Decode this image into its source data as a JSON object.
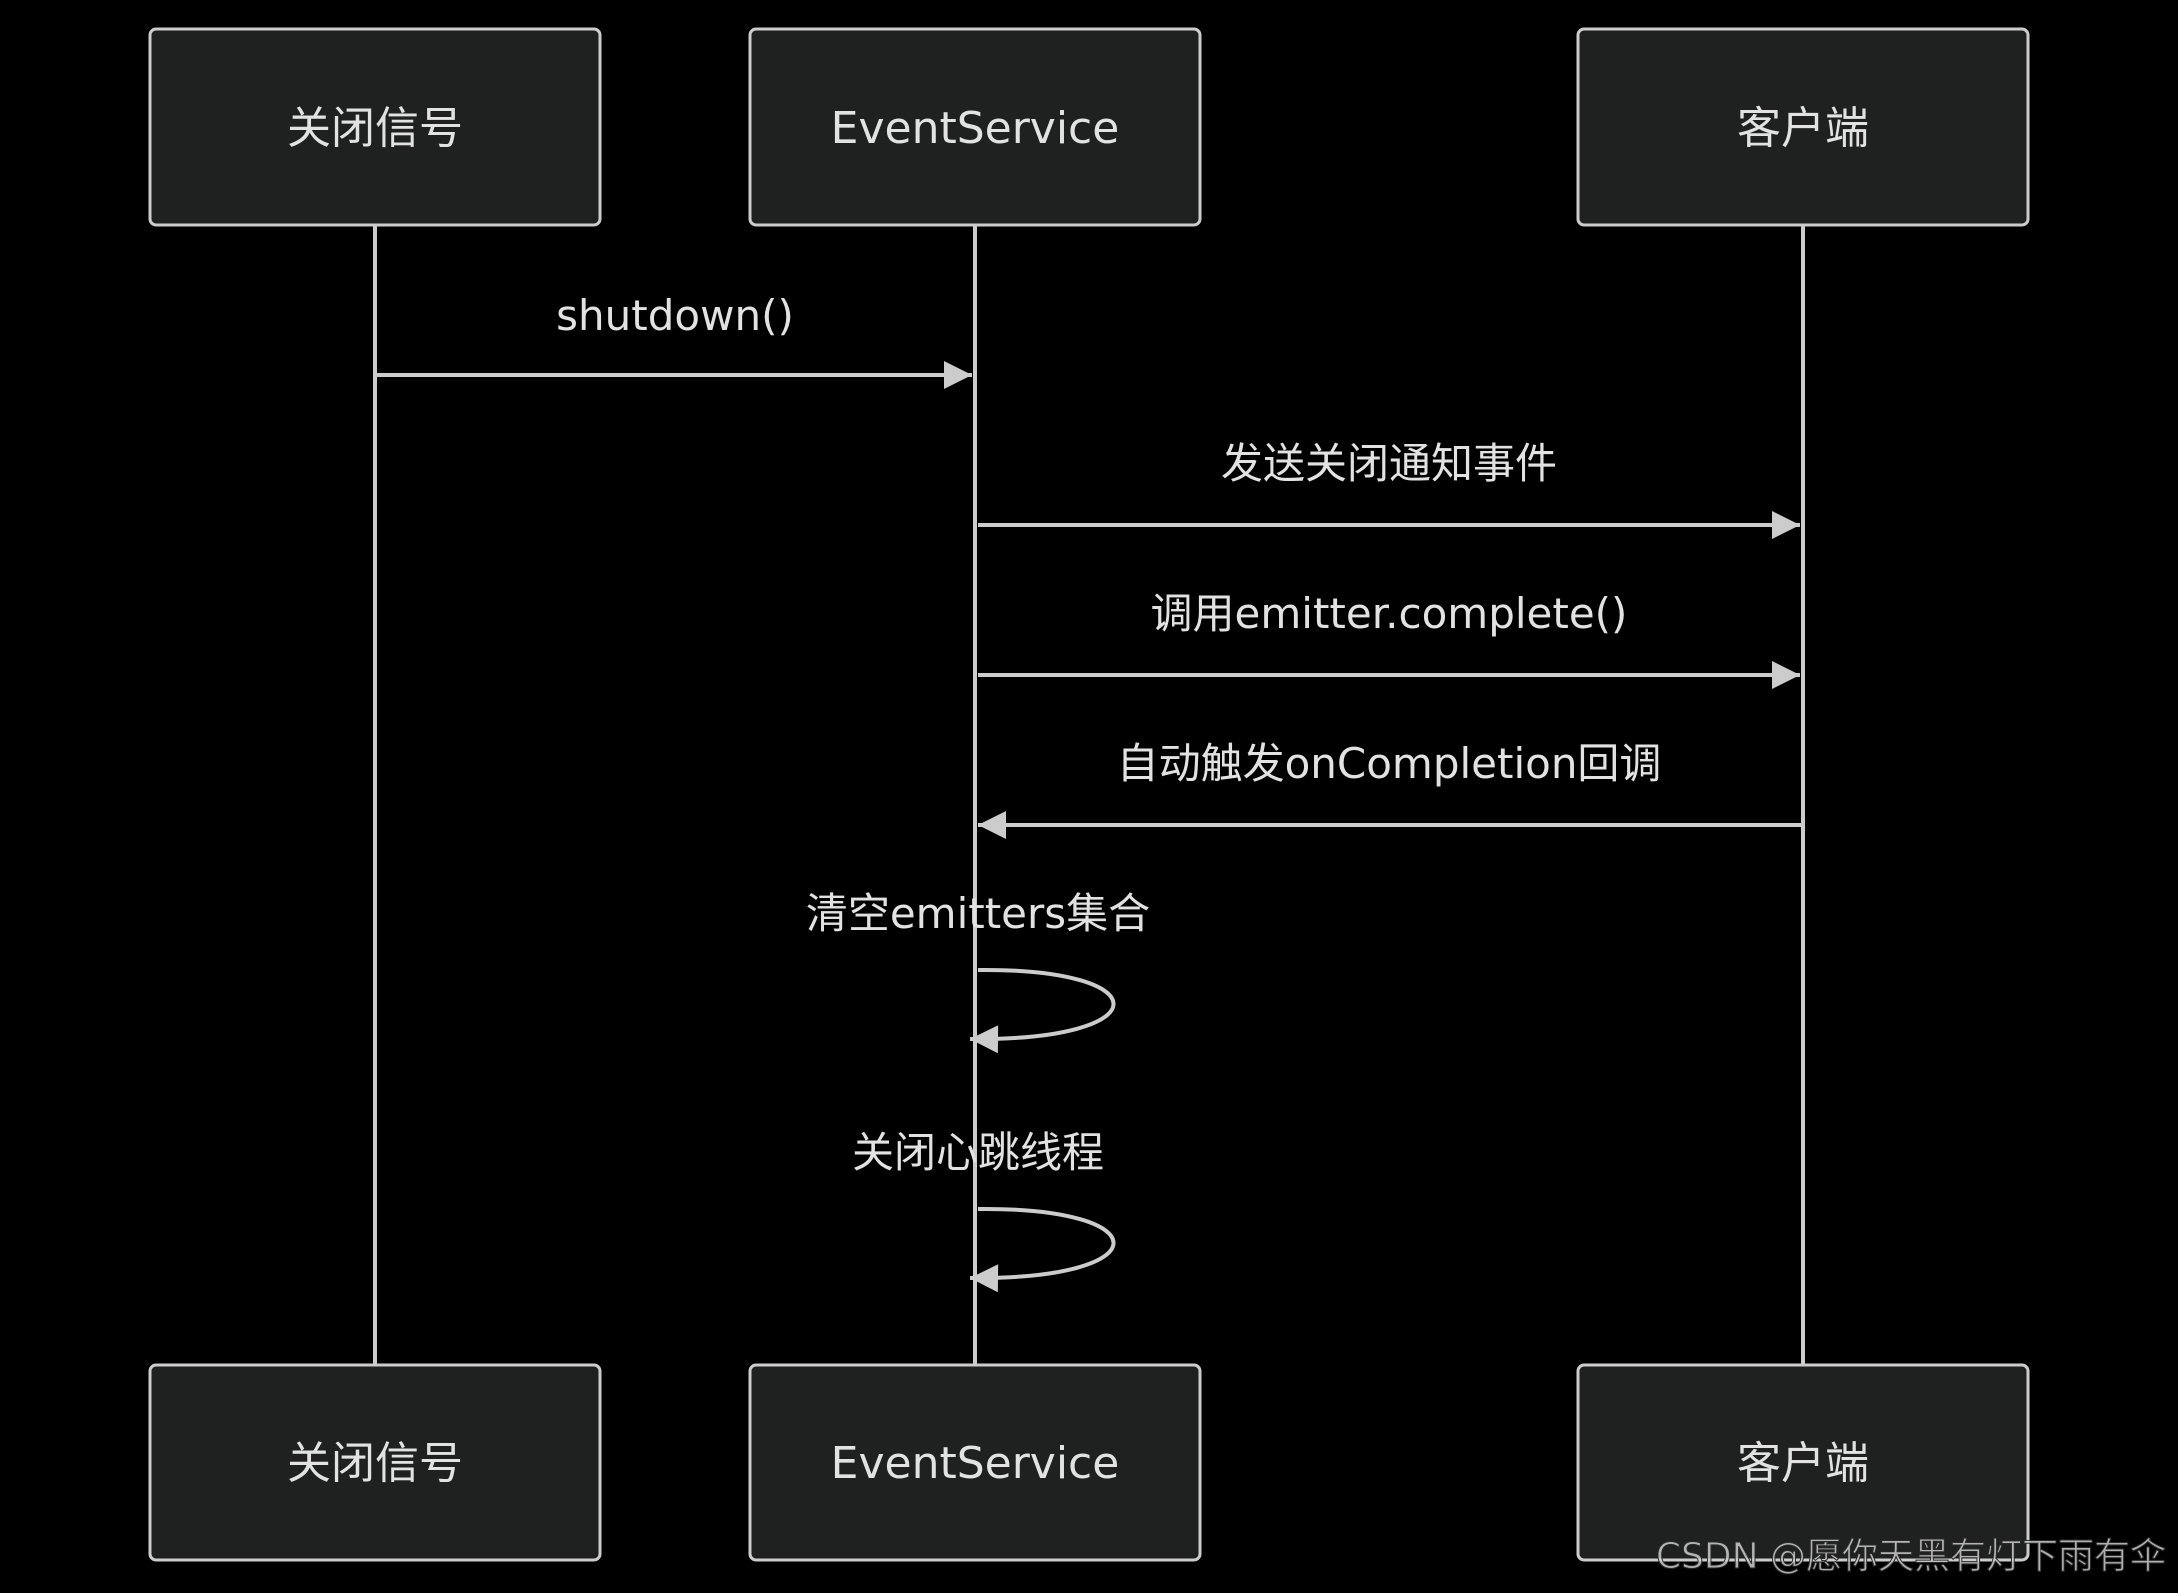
{
  "participants": [
    {
      "label": "关闭信号"
    },
    {
      "label": "EventService"
    },
    {
      "label": "客户端"
    }
  ],
  "messages": [
    {
      "label": "shutdown()",
      "from": 0,
      "to": 1
    },
    {
      "label": "发送关闭通知事件",
      "from": 1,
      "to": 2
    },
    {
      "label": "调用emitter.complete()",
      "from": 1,
      "to": 2
    },
    {
      "label": "自动触发onCompletion回调",
      "from": 2,
      "to": 1
    },
    {
      "label": "清空emitters集合",
      "from": 1,
      "to": 1
    },
    {
      "label": "关闭心跳线程",
      "from": 1,
      "to": 1
    }
  ],
  "watermark": "CSDN @愿你天黑有灯下雨有伞",
  "colors": {
    "background": "#000000",
    "line": "#cccccc",
    "box_fill": "#1f2020",
    "text": "#e2e2e2"
  }
}
